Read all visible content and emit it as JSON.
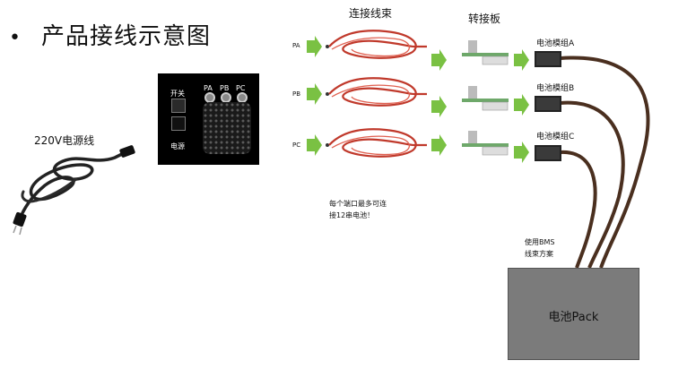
{
  "title": {
    "bullet": "•",
    "text": "产品接线示意图"
  },
  "power_cord": {
    "label": "220V电源线"
  },
  "device": {
    "switch_label": "开关",
    "power_label": "电源",
    "ports": [
      "PA",
      "PB",
      "PC"
    ]
  },
  "harness_header": "连接线束",
  "adapter_header": "转接板",
  "channels": [
    {
      "port": "PA",
      "module": "电池模组A"
    },
    {
      "port": "PB",
      "module": "电池模组B"
    },
    {
      "port": "PC",
      "module": "电池模组C"
    }
  ],
  "notes": {
    "port_limit": [
      "每个端口最多可连",
      "接12串电池！"
    ],
    "bms": [
      "使用BMS",
      "线束方案"
    ]
  },
  "pack": {
    "label": "电池Pack"
  },
  "colors": {
    "arrow": "#7ac143",
    "harness": "#c0392b",
    "cable": "#4a2f1f",
    "pack": "#7b7b7b",
    "adapter_board": "#6ea86a"
  }
}
